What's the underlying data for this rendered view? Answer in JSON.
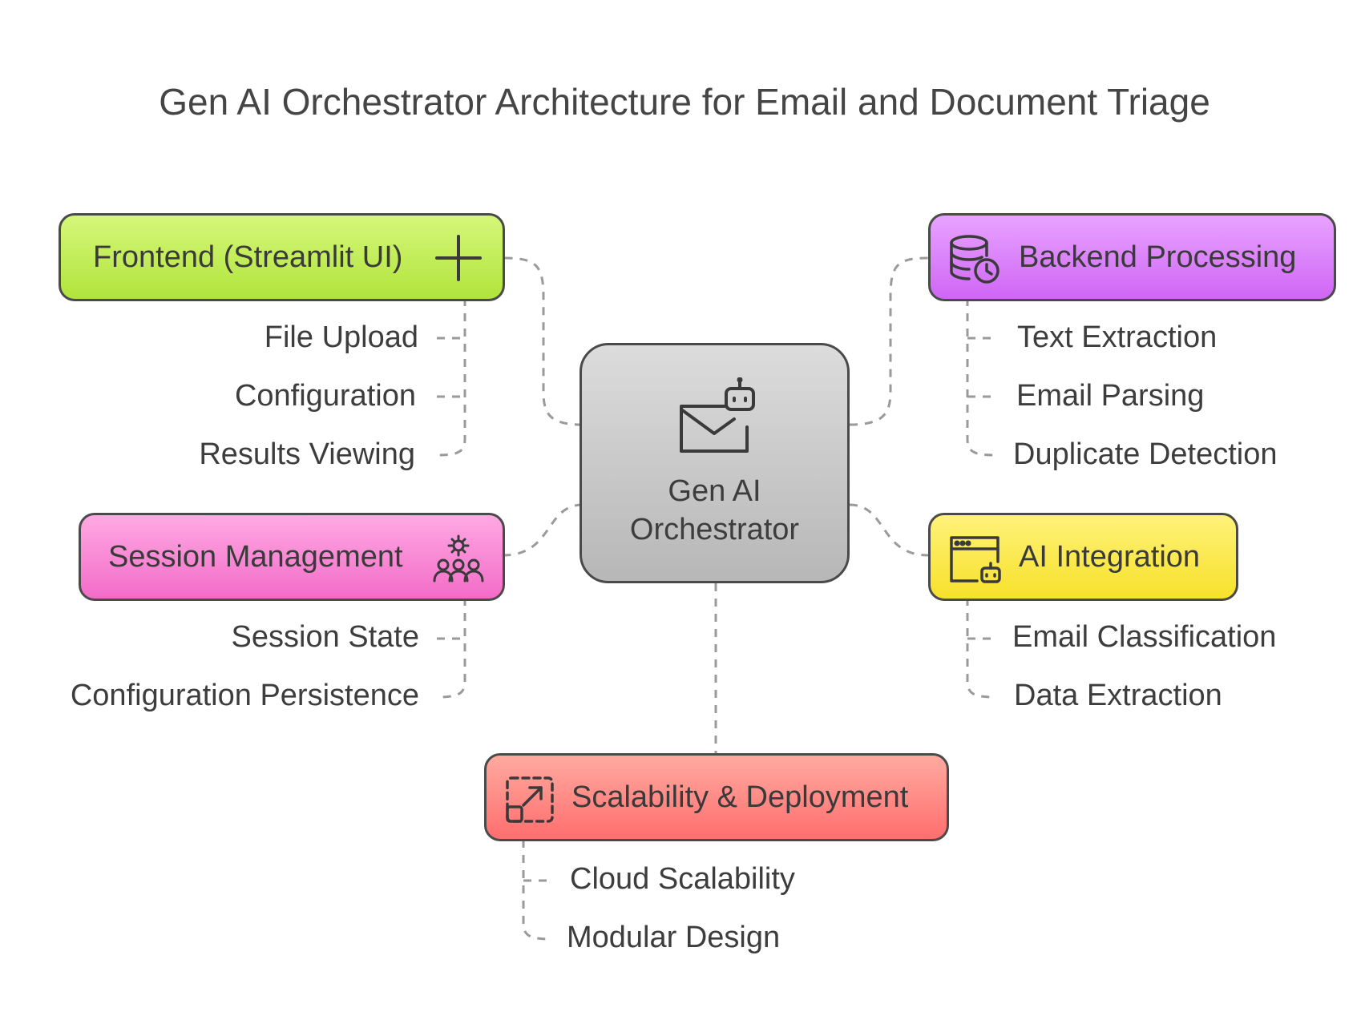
{
  "title": "Gen AI Orchestrator Architecture for Email and Document Triage",
  "center": {
    "label_line1": "Gen AI",
    "label_line2": "Orchestrator",
    "icon": "robot-email-icon"
  },
  "frontend": {
    "label": "Frontend (Streamlit UI)",
    "icon": "plus-icon",
    "color": "#b9ea4c",
    "items": [
      "File Upload",
      "Configuration",
      "Results Viewing"
    ]
  },
  "backend": {
    "label": "Backend Processing",
    "icon": "database-clock-icon",
    "color": "#db80fb",
    "items": [
      "Text Extraction",
      "Email Parsing",
      "Duplicate Detection"
    ]
  },
  "session": {
    "label": "Session Management",
    "icon": "team-gear-icon",
    "color": "#f98ad6",
    "items": [
      "Session State",
      "Configuration Persistence"
    ]
  },
  "ai": {
    "label": "AI Integration",
    "icon": "browser-robot-icon",
    "color": "#fbea4a",
    "items": [
      "Email Classification",
      "Data Extraction"
    ]
  },
  "scalability": {
    "label": "Scalability & Deployment",
    "icon": "resize-icon",
    "color": "#ff8a84",
    "items": [
      "Cloud Scalability",
      "Modular Design"
    ]
  }
}
